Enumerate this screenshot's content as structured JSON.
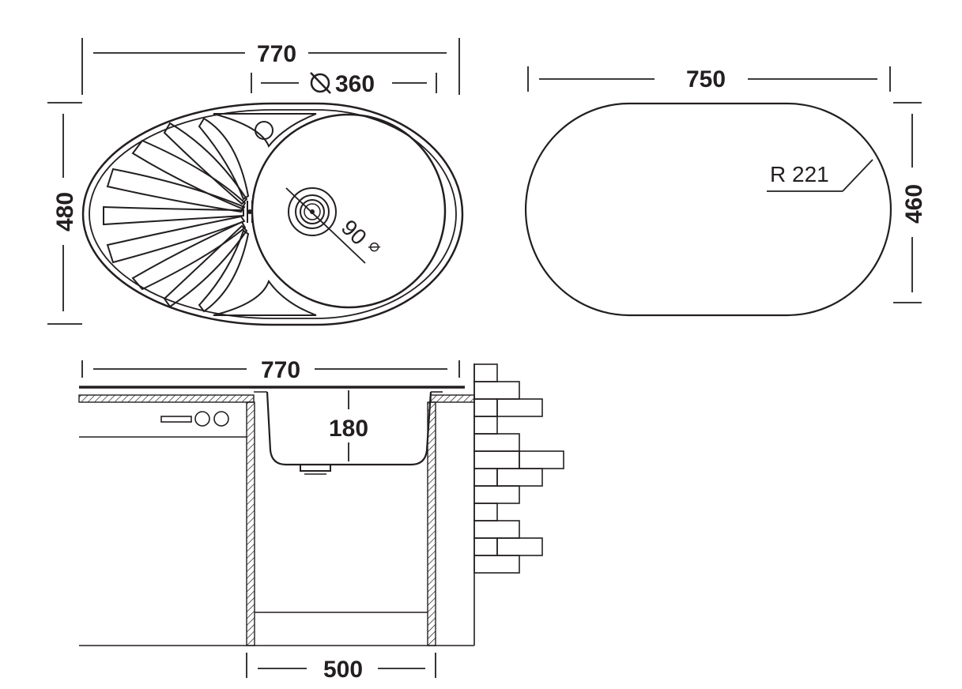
{
  "top_view": {
    "overall_width": "770",
    "bowl_diameter": "360",
    "overall_depth": "480",
    "drain_diameter": "90"
  },
  "cutout_view": {
    "cutout_width": "750",
    "cutout_depth": "460",
    "corner_radius": "R 221"
  },
  "side_view": {
    "overall_width": "770",
    "bowl_depth": "180",
    "cabinet_width": "500"
  },
  "colors": {
    "line": "#231f20",
    "background": "#ffffff"
  }
}
